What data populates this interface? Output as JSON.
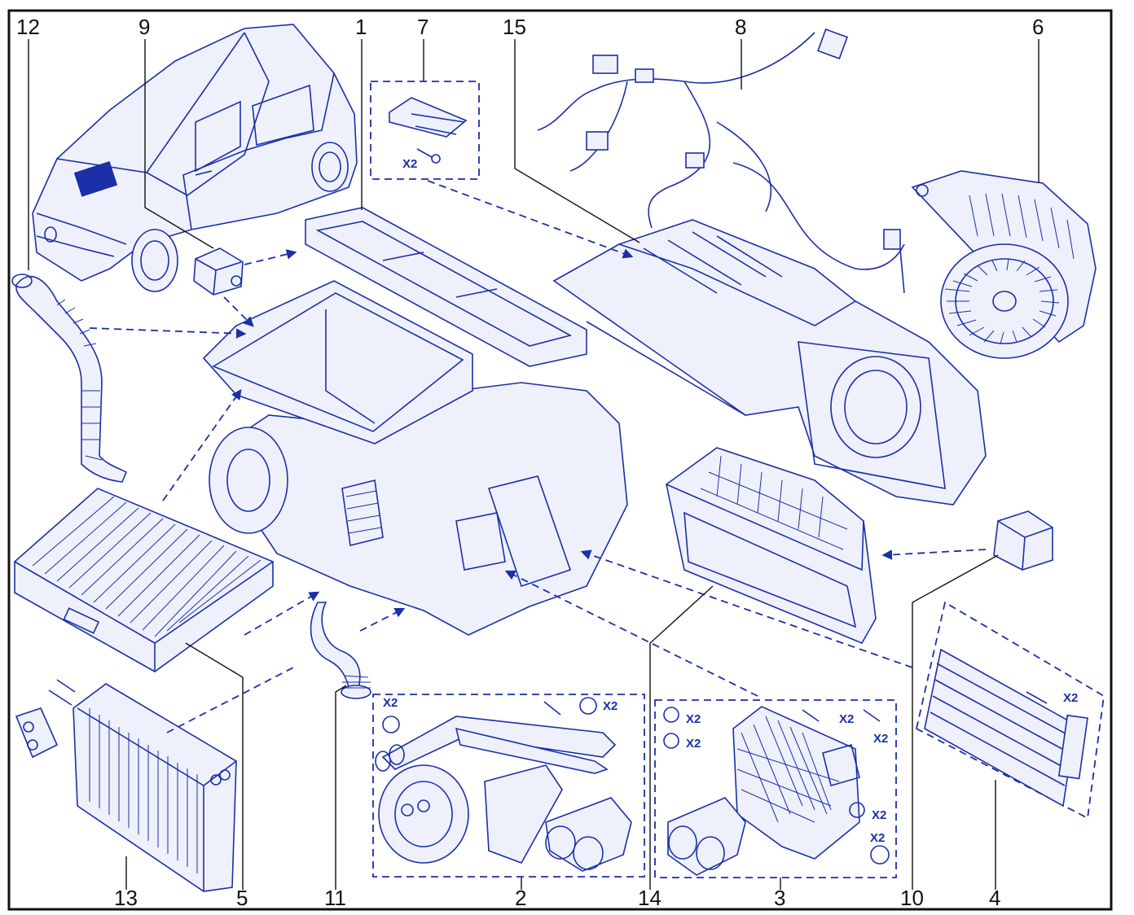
{
  "diagram": {
    "callouts": [
      {
        "id": "c12",
        "label": "12"
      },
      {
        "id": "c9",
        "label": "9"
      },
      {
        "id": "c1",
        "label": "1"
      },
      {
        "id": "c7",
        "label": "7"
      },
      {
        "id": "c15",
        "label": "15"
      },
      {
        "id": "c8",
        "label": "8"
      },
      {
        "id": "c6",
        "label": "6"
      },
      {
        "id": "c13",
        "label": "13"
      },
      {
        "id": "c5",
        "label": "5"
      },
      {
        "id": "c11",
        "label": "11"
      },
      {
        "id": "c2",
        "label": "2"
      },
      {
        "id": "c14",
        "label": "14"
      },
      {
        "id": "c3",
        "label": "3"
      },
      {
        "id": "c10",
        "label": "10"
      },
      {
        "id": "c4",
        "label": "4"
      }
    ],
    "quantity_labels": {
      "q7": "X2",
      "q2a": "X2",
      "q2b": "X2",
      "q3a": "X2",
      "q3b": "X2",
      "q3c": "X2",
      "q3d": "X2",
      "q3e": "X2",
      "q3f": "X2",
      "q4": "X2"
    },
    "colors": {
      "line_art": "#1b2fa8",
      "callout_text": "#111111",
      "frame": "#111111",
      "background": "#ffffff"
    }
  }
}
